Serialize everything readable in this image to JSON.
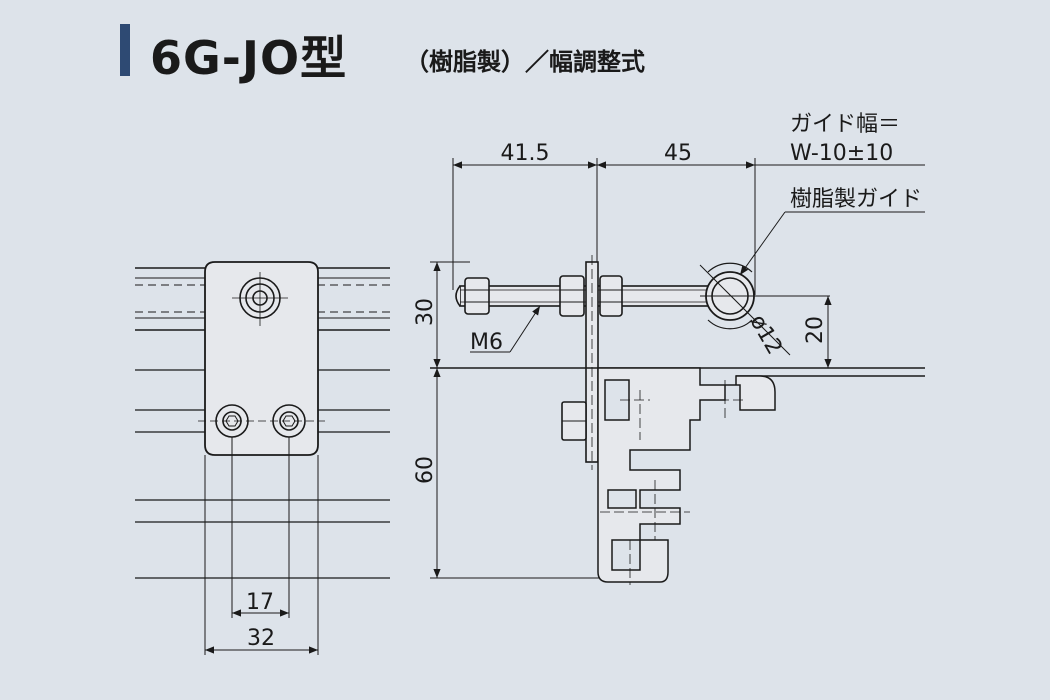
{
  "title": {
    "model": "6G-JO型",
    "subtitle": "（樹脂製）／幅調整式"
  },
  "callouts": {
    "guide_width_line1": "ガイド幅＝",
    "guide_width_line2": "W-10±10",
    "resin_guide": "樹脂製ガイド",
    "bolt": "M6",
    "diameter": "ø12"
  },
  "dimensions": {
    "d_41_5": "41.5",
    "d_45": "45",
    "d_30": "30",
    "d_20": "20",
    "d_60": "60",
    "d_17": "17",
    "d_32": "32"
  },
  "colors": {
    "background": "#dde3ea",
    "accent_bar": "#2e4a73",
    "line": "#1a1a1a",
    "part_fill": "#e6e8ec"
  }
}
